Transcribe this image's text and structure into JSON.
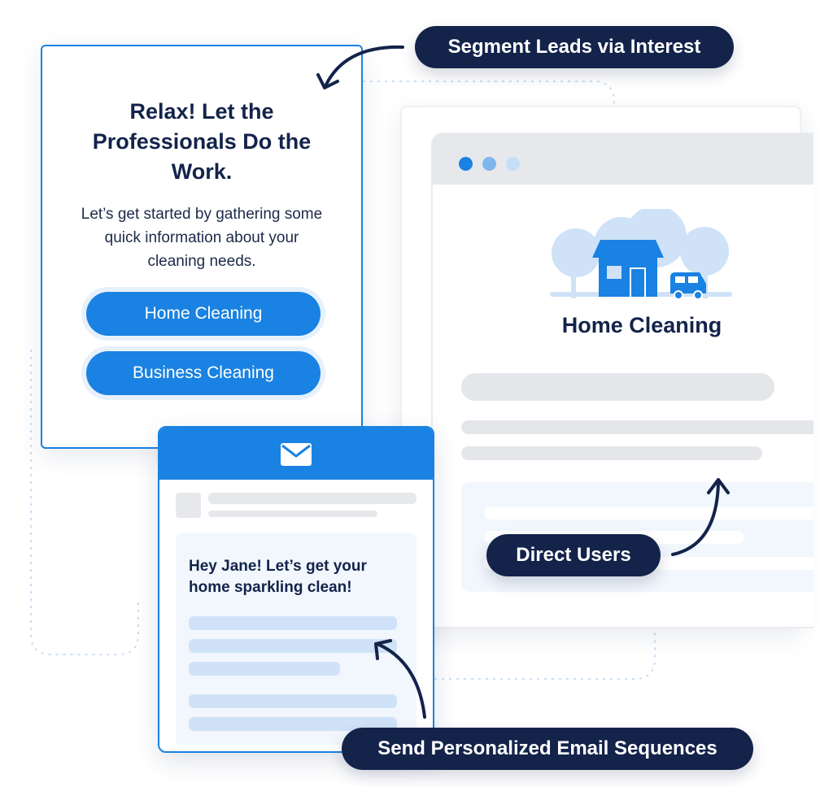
{
  "quiz": {
    "title": "Relax! Let the Professionals Do the Work.",
    "description": "Let’s get started by gathering some quick information about your cleaning needs.",
    "options": [
      "Home Cleaning",
      "Business Cleaning"
    ]
  },
  "browser": {
    "heading": "Home Cleaning",
    "illustration_icon": "house-van-trees-illustration"
  },
  "email": {
    "header_icon": "envelope-icon",
    "greeting": "Hey Jane! Let’s get your home sparkling clean!"
  },
  "callouts": {
    "segment": "Segment Leads via Interest",
    "direct": "Direct Users",
    "email_sequences": "Send Personalized Email Sequences"
  },
  "colors": {
    "accent_blue": "#1a82e2",
    "navy": "#13234a",
    "light_blue": "#cfe2f7",
    "skeleton_gray": "#e4e6ea"
  }
}
